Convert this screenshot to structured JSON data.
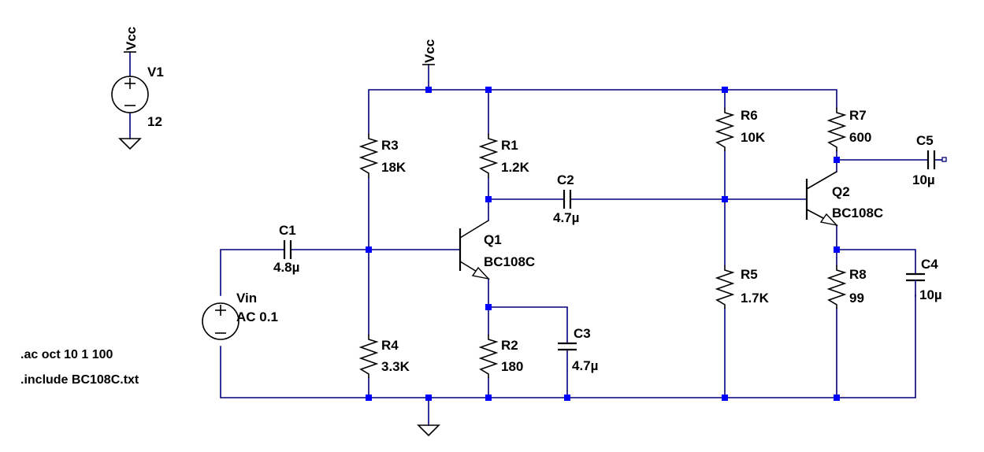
{
  "vcc_top": {
    "label": "Vcc"
  },
  "vcc_main": {
    "label": "Vcc"
  },
  "V1": {
    "name": "V1",
    "value": "12"
  },
  "Vin": {
    "name": "Vin",
    "value": "AC 0.1"
  },
  "R1": {
    "name": "R1",
    "value": "1.2K"
  },
  "R2": {
    "name": "R2",
    "value": "180"
  },
  "R3": {
    "name": "R3",
    "value": "18K"
  },
  "R4": {
    "name": "R4",
    "value": "3.3K"
  },
  "R5": {
    "name": "R5",
    "value": "1.7K"
  },
  "R6": {
    "name": "R6",
    "value": "10K"
  },
  "R7": {
    "name": "R7",
    "value": "600"
  },
  "R8": {
    "name": "R8",
    "value": "99"
  },
  "C1": {
    "name": "C1",
    "value": "4.8µ"
  },
  "C2": {
    "name": "C2",
    "value": "4.7µ"
  },
  "C3": {
    "name": "C3",
    "value": "4.7µ"
  },
  "C4": {
    "name": "C4",
    "value": "10µ"
  },
  "C5": {
    "name": "C5",
    "value": "10µ"
  },
  "Q1": {
    "name": "Q1",
    "value": "BC108C"
  },
  "Q2": {
    "name": "Q2",
    "value": "BC108C"
  },
  "directives": {
    "ac": ".ac oct 10 1 100",
    "include": ".include BC108C.txt"
  }
}
